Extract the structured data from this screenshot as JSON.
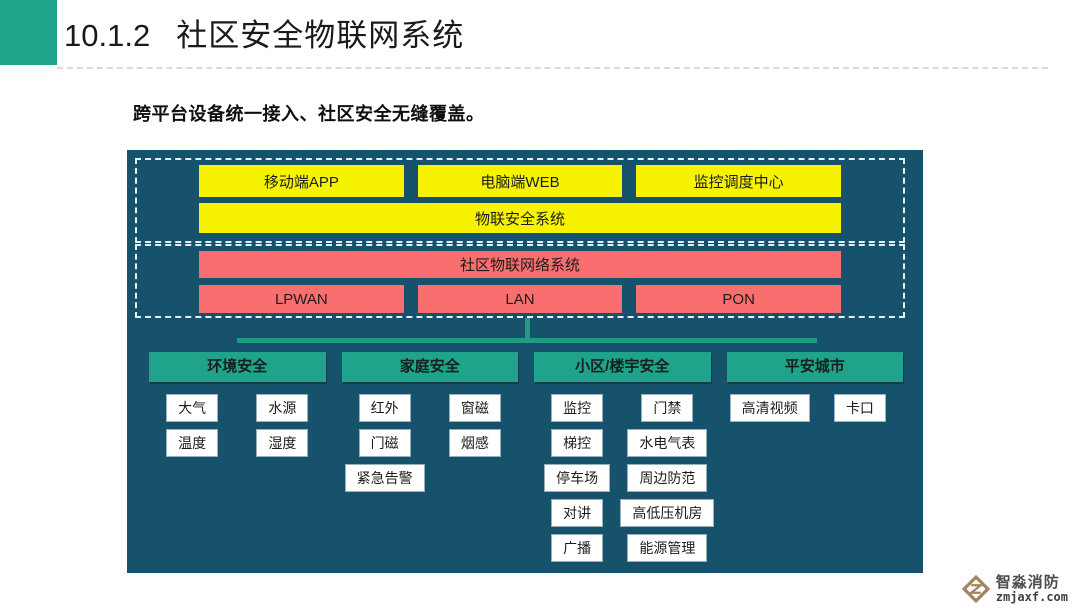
{
  "slide": {
    "section_number": "10.1.2",
    "title": "社区安全物联网系统",
    "subtitle": "跨平台设备统一接入、社区安全无缝覆盖。"
  },
  "diagram": {
    "application_layer": {
      "boxes": [
        "移动端APP",
        "电脑端WEB",
        "监控调度中心"
      ],
      "platform": "物联安全系统"
    },
    "network_layer": {
      "system": "社区物联网络系统",
      "boxes": [
        "LPWAN",
        "LAN",
        "PON"
      ]
    },
    "device_columns": [
      {
        "header": "环境安全",
        "items": [
          "大气",
          "水源",
          "温度",
          "湿度"
        ]
      },
      {
        "header": "家庭安全",
        "items": [
          "红外",
          "窗磁",
          "门磁",
          "烟感",
          "紧急告警"
        ]
      },
      {
        "header": "小区/楼宇安全",
        "items": [
          "监控",
          "门禁",
          "梯控",
          "水电气表",
          "停车场",
          "周边防范",
          "对讲",
          "高低压机房",
          "广播",
          "能源管理"
        ]
      },
      {
        "header": "平安城市",
        "items": [
          "高清视频",
          "卡口"
        ]
      }
    ]
  },
  "watermark": {
    "brand": "智淼消防",
    "site": "zmjaxf.com"
  },
  "colors": {
    "accent_teal": "#1FA38B",
    "diagram_bg": "#17526D",
    "app_box_yellow": "#F7F300",
    "network_box_red": "#F96F6F",
    "connector": "#1E9B82"
  }
}
